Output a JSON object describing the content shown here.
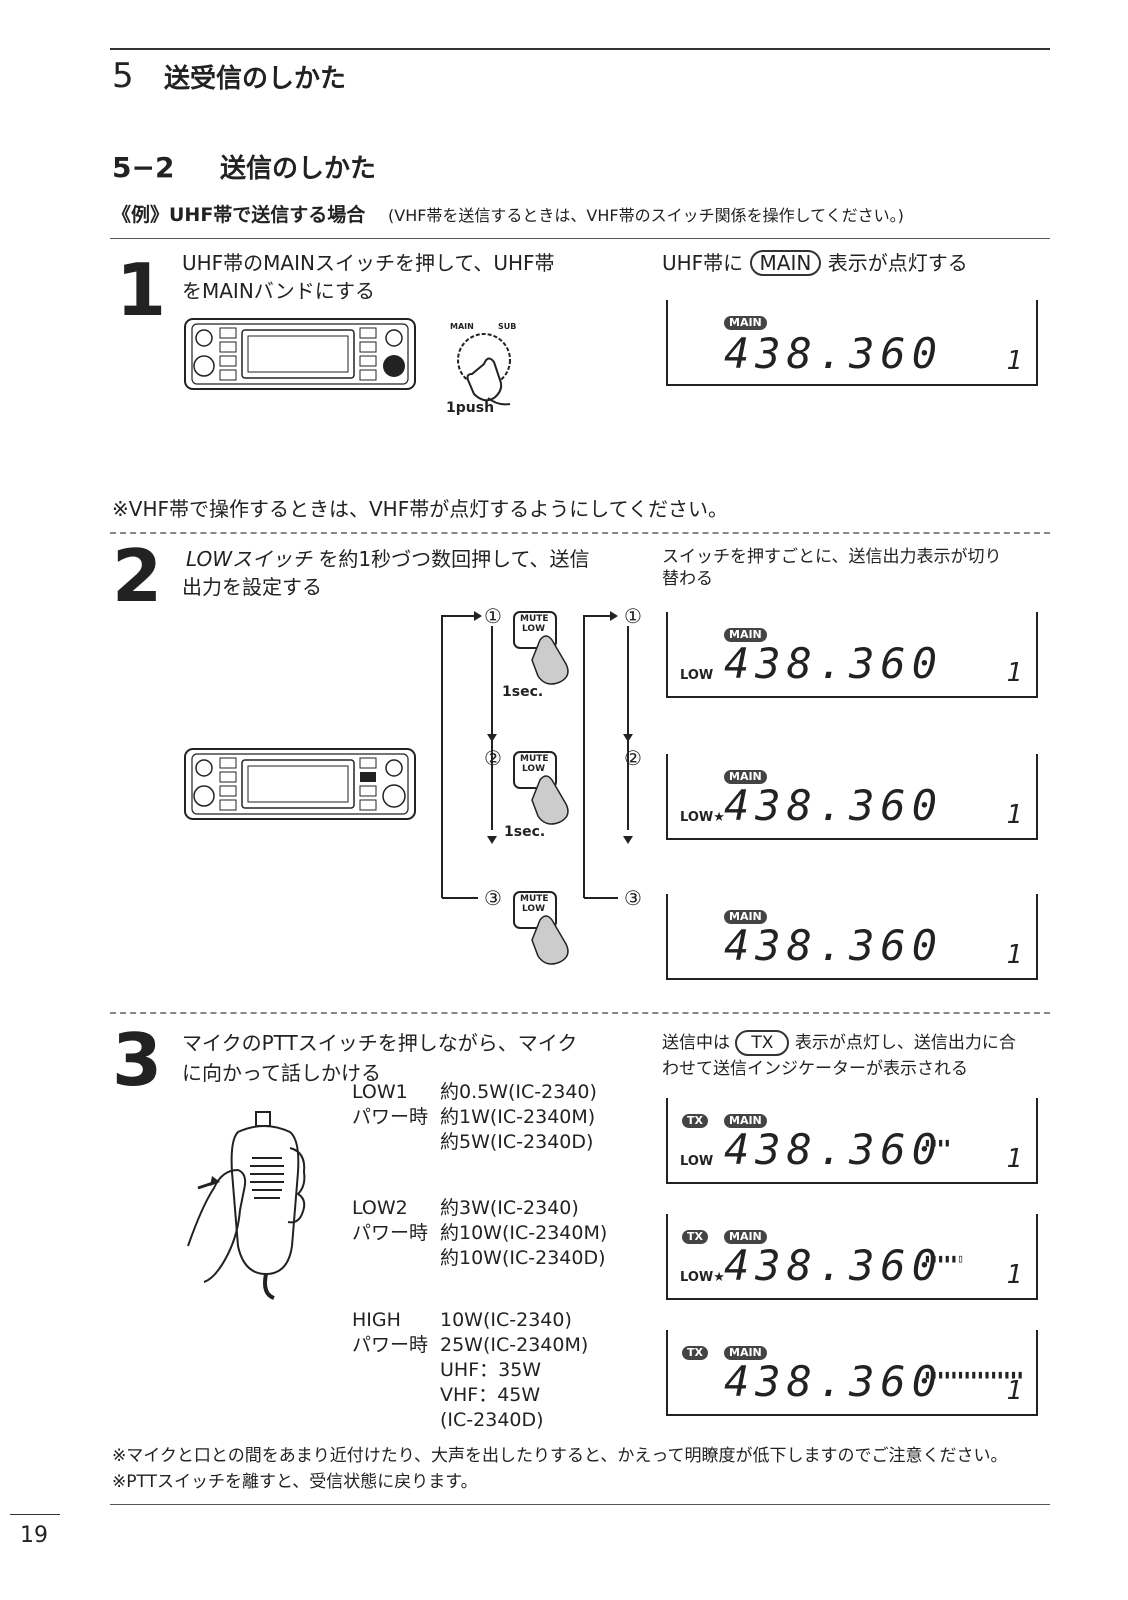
{
  "chapter": {
    "number": "5",
    "title": "送受信のしかた"
  },
  "section": {
    "number": "5−2",
    "title": "送信のしかた"
  },
  "example": {
    "label": "《例》UHF帯で送信する場合",
    "note": "(VHF帯を送信するときは、VHF帯のスイッチ関係を操作してください。)"
  },
  "step1": {
    "number": "1",
    "text_line1": "UHF帯のMAINスイッチを押して、UHF帯",
    "text_line2": "をMAINバンドにする",
    "result_prefix": "UHF帯に",
    "result_badge": "MAIN",
    "result_suffix": "表示が点灯する",
    "knob_main": "MAIN",
    "knob_sub": "SUB",
    "push_label": "1push",
    "display": {
      "badge": "MAIN",
      "freq": "438.360",
      "channel": "1"
    }
  },
  "note1": "※VHF帯で操作するときは、VHF帯が点灯するようにしてください。",
  "step2": {
    "number": "2",
    "text_switch": "LOWスイッチ",
    "text_line1_rest": "を約1秒づつ数回押して、送信",
    "text_line2": "出力を設定する",
    "result_line1": "スイッチを押すごとに、送信出力表示が切り",
    "result_line2": "替わる",
    "button_top": "MUTE",
    "button_bottom": "LOW",
    "sec_label": "1sec.",
    "markers": [
      "①",
      "②",
      "③"
    ],
    "displays": [
      {
        "badge": "MAIN",
        "low": "LOW",
        "freq": "438.360",
        "channel": "1"
      },
      {
        "badge": "MAIN",
        "low": "LOW★",
        "freq": "438.360",
        "channel": "1"
      },
      {
        "badge": "MAIN",
        "low": "",
        "freq": "438.360",
        "channel": "1"
      }
    ]
  },
  "step3": {
    "number": "3",
    "text_line1": "マイクのPTTスイッチを押しながら、マイク",
    "text_line2": "に向かって話しかける",
    "result_prefix": "送信中は",
    "result_badge": "TX",
    "result_suffix": "表示が点灯し、送信出力に合",
    "result_line2": "わせて送信インジケーターが表示される",
    "power": [
      {
        "mode": "LOW1",
        "suffix": "パワー時",
        "lines": [
          "約0.5W(IC-2340)",
          "約1W(IC-2340M)",
          "約5W(IC-2340D)"
        ]
      },
      {
        "mode": "LOW2",
        "suffix": "パワー時",
        "lines": [
          "約3W(IC-2340)",
          "約10W(IC-2340M)",
          "約10W(IC-2340D)"
        ]
      },
      {
        "mode": "HIGH",
        "suffix": "パワー時",
        "lines": [
          "10W(IC-2340)",
          "25W(IC-2340M)",
          "UHF：35W",
          "VHF：45W",
          "(IC-2340D)"
        ]
      }
    ],
    "displays": [
      {
        "tx": "TX",
        "badge": "MAIN",
        "low": "LOW",
        "freq": "438.360",
        "channel": "1",
        "meter": "▮▮▮▮"
      },
      {
        "tx": "TX",
        "badge": "MAIN",
        "low": "LOW★",
        "freq": "438.360",
        "channel": "1",
        "meter": "▮▮▮▮▮▯"
      },
      {
        "tx": "TX",
        "badge": "MAIN",
        "low": "",
        "freq": "438.360",
        "channel": "1",
        "meter": "▮▮▮▮▮▮▮▮▮▮▮▮▮▮▮"
      }
    ]
  },
  "notes": [
    "※マイクと口との間をあまり近付けたり、大声を出したりすると、かえって明瞭度が低下しますのでご注意ください。",
    "※PTTスイッチを離すと、受信状態に戻ります。"
  ],
  "page_number": "19"
}
